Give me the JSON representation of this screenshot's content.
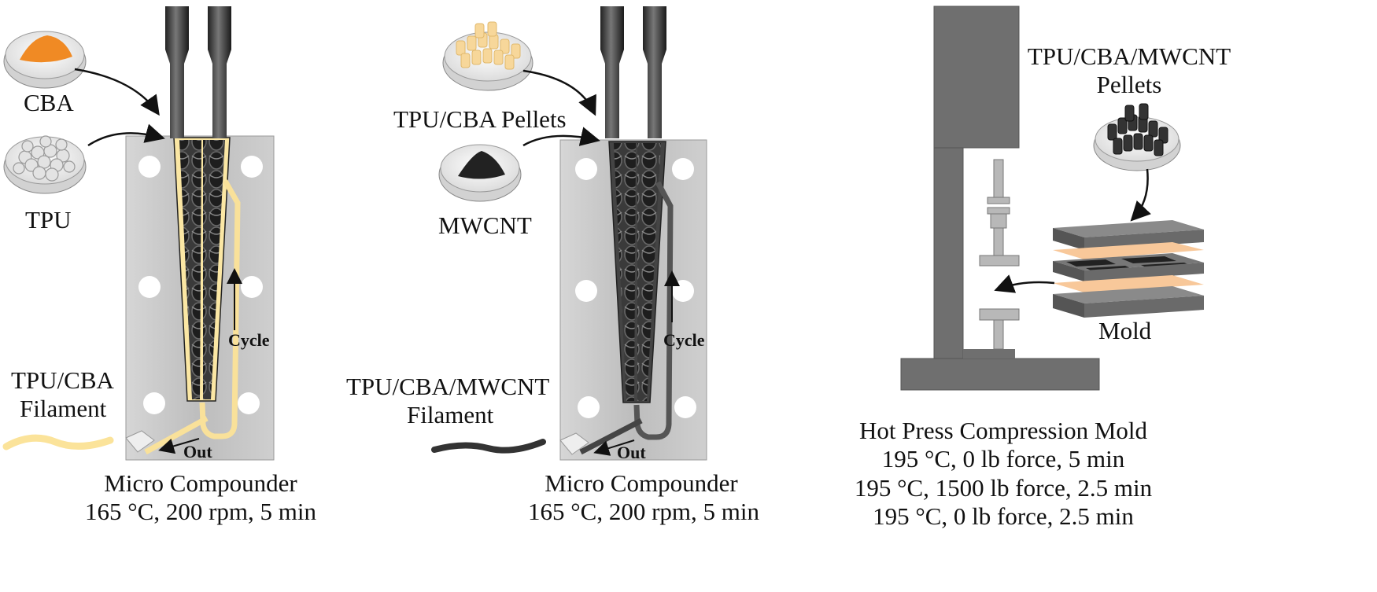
{
  "panel1": {
    "input_top": "CBA",
    "input_bottom": "TPU",
    "output": [
      "TPU/CBA",
      "Filament"
    ],
    "cycle": "Cycle",
    "out": "Out",
    "caption": [
      "Micro Compounder",
      "165 °C, 200 rpm, 5 min"
    ]
  },
  "panel2": {
    "input_top": "TPU/CBA Pellets",
    "input_bottom": "MWCNT",
    "output": [
      "TPU/CBA/MWCNT",
      "Filament"
    ],
    "cycle": "Cycle",
    "out": "Out",
    "caption": [
      "Micro Compounder",
      "165 °C, 200 rpm, 5 min"
    ]
  },
  "panel3": {
    "input": [
      "TPU/CBA/MWCNT",
      "Pellets"
    ],
    "mold": "Mold",
    "caption": [
      "Hot Press Compression Mold",
      "195 °C, 0 lb force, 5 min",
      "195 °C, 1500 lb force, 2.5 min",
      "195 °C, 0 lb force, 2.5 min"
    ]
  },
  "colors": {
    "cba_powder": "#f08a24",
    "tpu_filament": "#fbe39a",
    "mwcnt": "#222222",
    "body": "#c9c9c9",
    "press": "#6f6f6f"
  }
}
